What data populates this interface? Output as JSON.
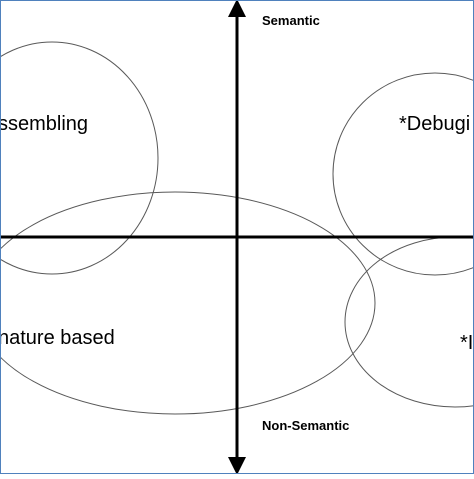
{
  "axes": {
    "top_label": "Semantic",
    "bottom_label": "Non-Semantic"
  },
  "regions": [
    {
      "label": "ssembling"
    },
    {
      "label": "*Debugi"
    },
    {
      "label": "nature based"
    },
    {
      "label": "*I"
    }
  ],
  "colors": {
    "axis": "#000000",
    "ellipse_stroke": "#595959",
    "frame": "#4f81bd",
    "background": "#ffffff"
  }
}
